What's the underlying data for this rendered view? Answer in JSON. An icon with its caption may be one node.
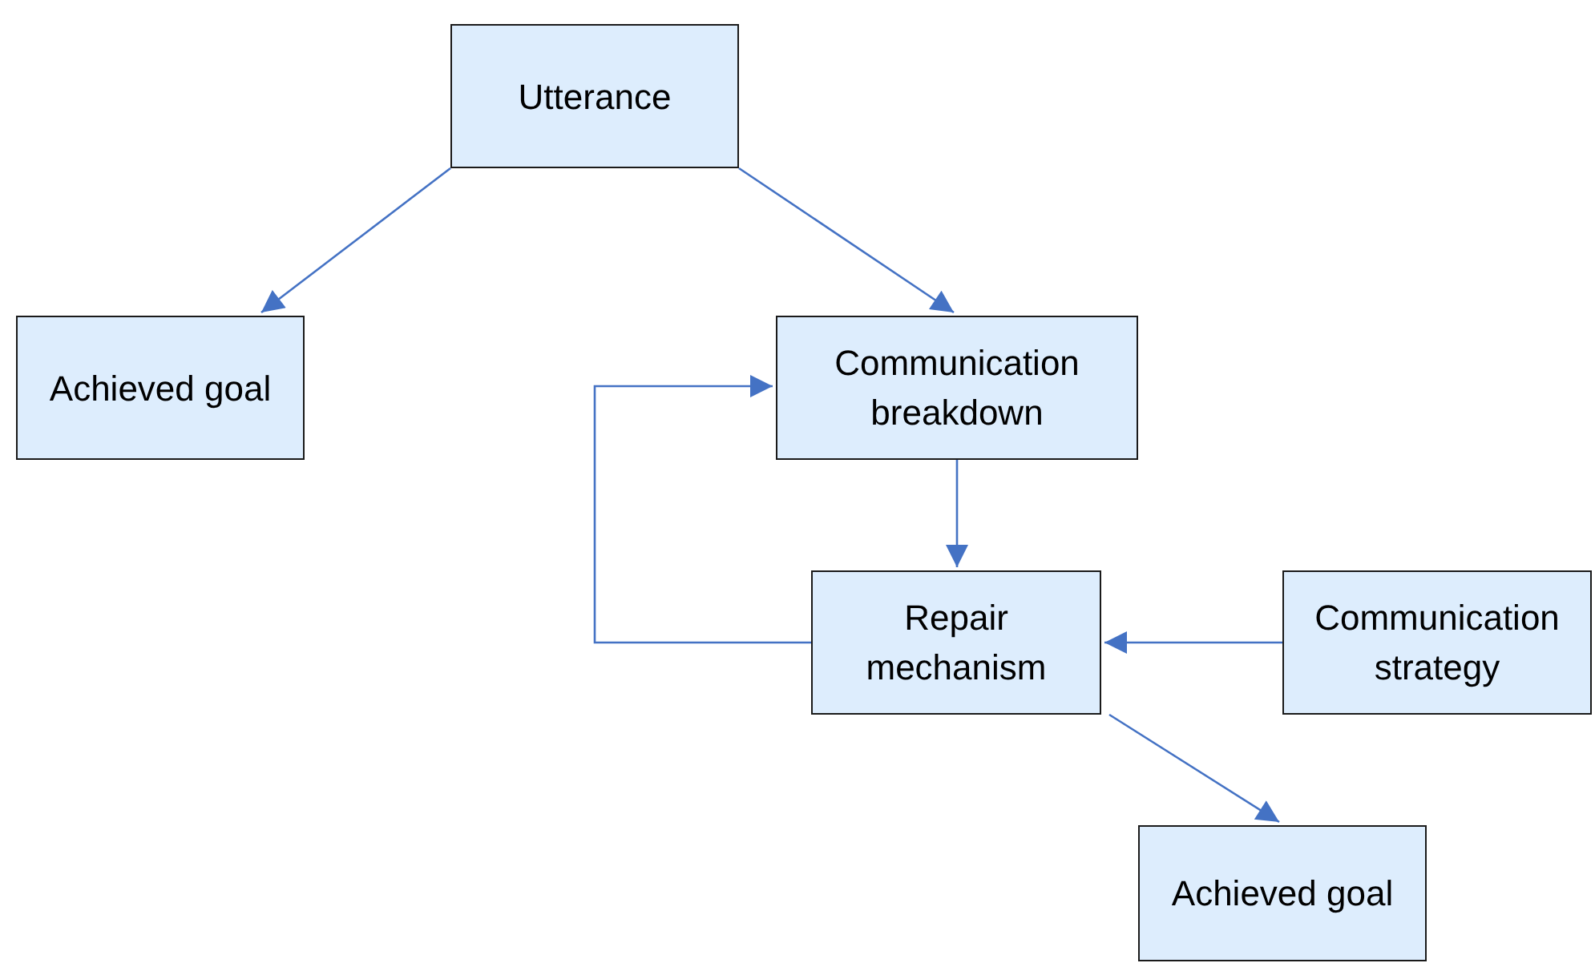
{
  "diagram": {
    "nodes": [
      {
        "text": [
          "Utterance"
        ]
      },
      {
        "text": [
          "Achieved goal"
        ]
      },
      {
        "text": [
          "Communication breakdown"
        ]
      },
      {
        "text": [
          "Repair mechanism"
        ]
      },
      {
        "text": [
          "Communication strategy"
        ]
      },
      {
        "text": [
          "Achieved goal"
        ]
      }
    ],
    "edges": [
      {
        "from": 0,
        "to": 1,
        "arrow": "to"
      },
      {
        "from": 0,
        "to": 2,
        "arrow": "to"
      },
      {
        "from": 2,
        "to": 3,
        "arrow": "to"
      },
      {
        "from": 3,
        "to": 2,
        "arrow": "to"
      },
      {
        "from": 4,
        "to": 3,
        "arrow": "to"
      },
      {
        "from": 3,
        "to": 5,
        "arrow": "to"
      }
    ]
  }
}
